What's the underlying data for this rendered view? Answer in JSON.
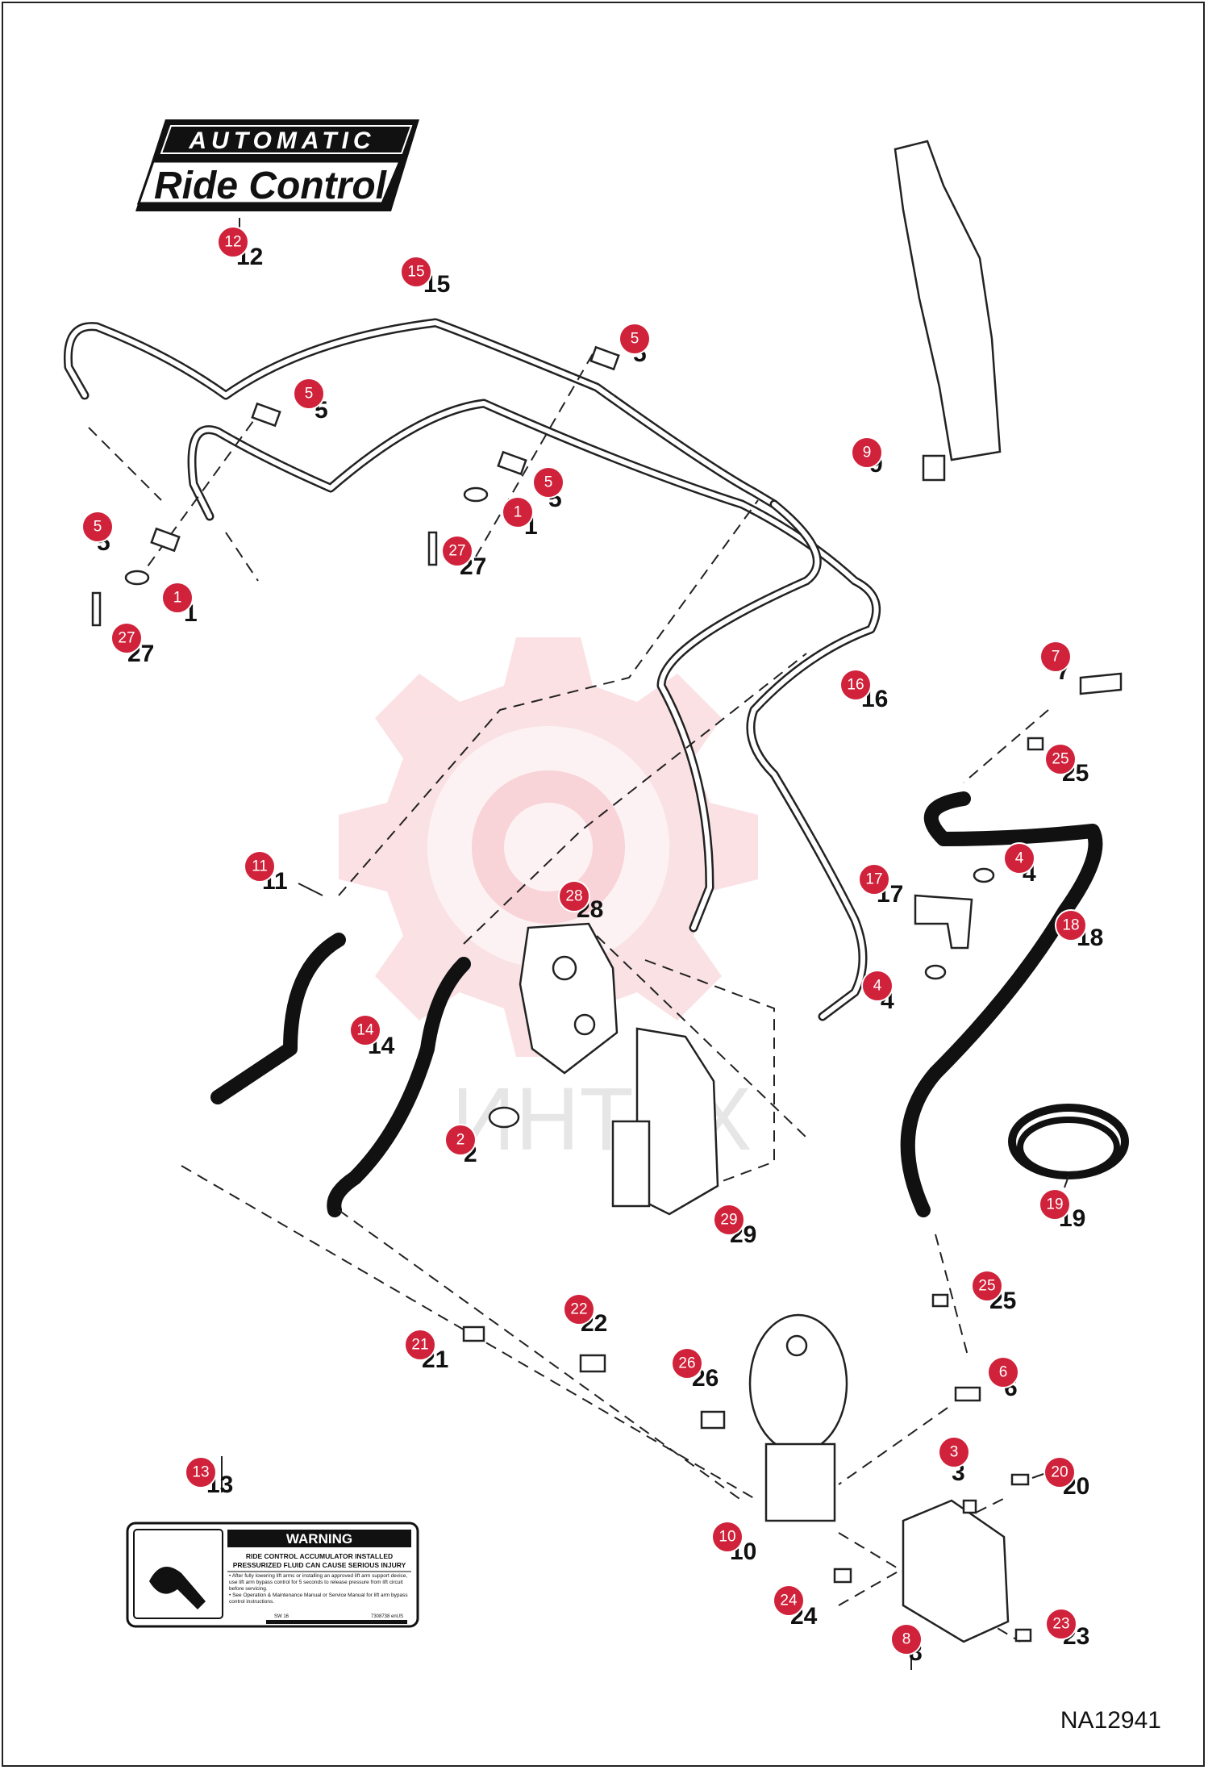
{
  "logo": {
    "line1": "AUTOMATIC",
    "line2": "Ride Control"
  },
  "drawing_id": "NA12941",
  "watermark": "ИНТЕХ",
  "warning_label": {
    "header": "WARNING",
    "title_line1": "RIDE CONTROL ACCUMULATOR INSTALLED",
    "title_line2": "PRESSURIZED FLUID CAN CAUSE SERIOUS INJURY",
    "bullet1": "• After fully lowering lift arms or installing an approved lift arm support device, use lift arm bypass control for 5 seconds to release pressure from lift circuit before servicing.",
    "bullet2": "• See Operation & Maintenance Manual or Service Manual for lift arm bypass control instructions.",
    "footer_left": "SW 16",
    "footer_right": "7308738 enUS"
  },
  "callouts": [
    {
      "id": "12",
      "label": "12"
    },
    {
      "id": "15",
      "label": "15"
    },
    {
      "id": "5a",
      "label": "5"
    },
    {
      "id": "5b",
      "label": "5"
    },
    {
      "id": "5c",
      "label": "5"
    },
    {
      "id": "5d",
      "label": "5"
    },
    {
      "id": "9",
      "label": "9"
    },
    {
      "id": "1a",
      "label": "1"
    },
    {
      "id": "1b",
      "label": "1"
    },
    {
      "id": "27a",
      "label": "27"
    },
    {
      "id": "27b",
      "label": "27"
    },
    {
      "id": "16",
      "label": "16"
    },
    {
      "id": "7",
      "label": "7"
    },
    {
      "id": "25a",
      "label": "25"
    },
    {
      "id": "11",
      "label": "11"
    },
    {
      "id": "28",
      "label": "28"
    },
    {
      "id": "4a",
      "label": "4"
    },
    {
      "id": "17",
      "label": "17"
    },
    {
      "id": "18",
      "label": "18"
    },
    {
      "id": "4b",
      "label": "4"
    },
    {
      "id": "14",
      "label": "14"
    },
    {
      "id": "2",
      "label": "2"
    },
    {
      "id": "19",
      "label": "19"
    },
    {
      "id": "29",
      "label": "29"
    },
    {
      "id": "25b",
      "label": "25"
    },
    {
      "id": "22",
      "label": "22"
    },
    {
      "id": "21",
      "label": "21"
    },
    {
      "id": "26",
      "label": "26"
    },
    {
      "id": "6",
      "label": "6"
    },
    {
      "id": "3",
      "label": "3"
    },
    {
      "id": "20",
      "label": "20"
    },
    {
      "id": "13",
      "label": "13"
    },
    {
      "id": "10",
      "label": "10"
    },
    {
      "id": "24",
      "label": "24"
    },
    {
      "id": "8",
      "label": "8"
    },
    {
      "id": "23",
      "label": "23"
    }
  ],
  "colors": {
    "callout": "#d0223a",
    "line": "#222222",
    "watermark": "#f3b9bf"
  }
}
